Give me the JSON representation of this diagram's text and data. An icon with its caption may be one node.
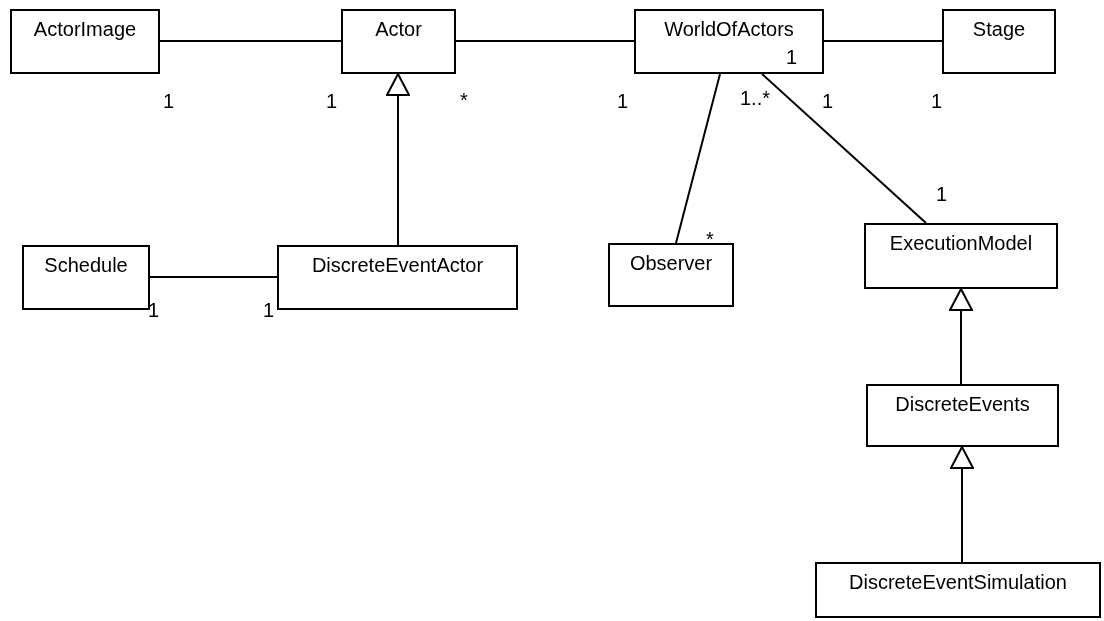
{
  "diagram": {
    "nodes": [
      {
        "text": [
          "ActorImage"
        ]
      },
      {
        "text": [
          "Actor"
        ]
      },
      {
        "text": [
          "WorldOfActors"
        ]
      },
      {
        "text": [
          "Stage"
        ]
      },
      {
        "text": [
          "Schedule"
        ]
      },
      {
        "text": [
          "DiscreteEventActor"
        ]
      },
      {
        "text": [
          "Observer"
        ]
      },
      {
        "text": [
          "ExecutionModel"
        ]
      },
      {
        "text": [
          "DiscreteEvents"
        ]
      },
      {
        "text": [
          "DiscreteEventSimulation"
        ]
      }
    ],
    "edges": [
      {
        "from": 0,
        "to": 1,
        "arrow": "none"
      },
      {
        "from": 1,
        "to": 2,
        "arrow": "none"
      },
      {
        "from": 2,
        "to": 3,
        "arrow": "none"
      },
      {
        "from": 5,
        "to": 1,
        "arrow": "to"
      },
      {
        "from": 4,
        "to": 5,
        "arrow": "none"
      },
      {
        "from": 2,
        "to": 6,
        "arrow": "none"
      },
      {
        "from": 2,
        "to": 7,
        "arrow": "none"
      },
      {
        "from": 8,
        "to": 7,
        "arrow": "to"
      },
      {
        "from": 9,
        "to": 8,
        "arrow": "to"
      }
    ],
    "labels": [
      "1",
      "1",
      "1",
      "*",
      "1",
      "1..*",
      "1",
      "1",
      "1",
      "*",
      "1",
      "1"
    ]
  }
}
